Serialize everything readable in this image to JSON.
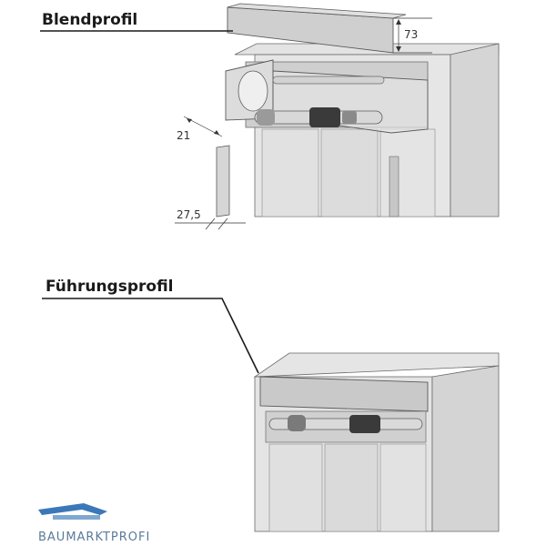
{
  "labels": {
    "blendprofil": "Blendprofil",
    "fuehrungsprofil": "Führungsprofil"
  },
  "dimensions": {
    "height_73": "73",
    "width_21": "21",
    "width_27_5": "27,5"
  },
  "logo": {
    "text": "BAUMARKTPROFI"
  },
  "colors": {
    "cabinet_light": "#e9e9e9",
    "cabinet_mid": "#d4d4d4",
    "cabinet_dark": "#bdbdbd",
    "outline": "#5a5a5a",
    "logo_blue": "#3b78b8"
  }
}
